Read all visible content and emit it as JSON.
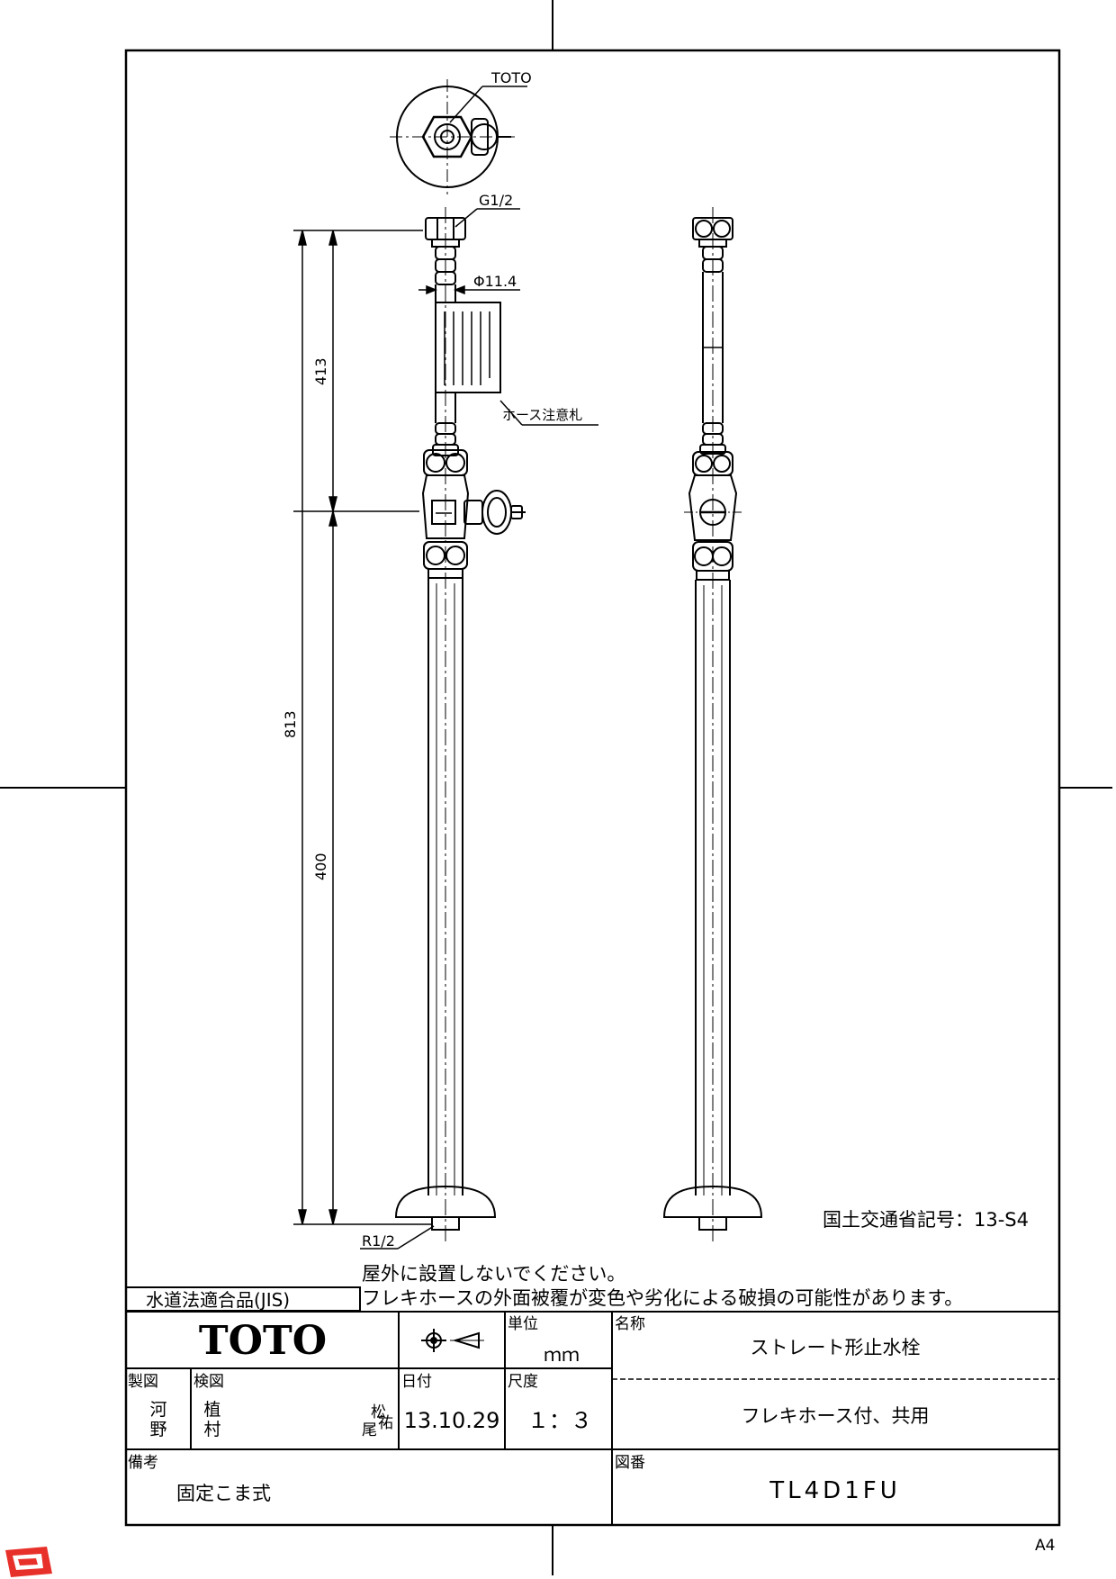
{
  "drawing": {
    "brand_top_label": "TOTO",
    "thread_top": "G1/2",
    "diameter": "Φ11.4",
    "tag_label": "ホース注意札",
    "tag_text": "85℃以上では使用しないでください。屋外に設置しないでください。フレキホースの外面被覆が変色や劣化による破損の可能性があります。",
    "dim_total": "813",
    "dim_upper": "413",
    "dim_lower": "400",
    "thread_bottom": "R1/2",
    "ministry_code": "国土交通省記号：13-S4"
  },
  "notes": {
    "line1": "屋外に設置しないでください。",
    "line2": "フレキホースの外面被覆が変色や劣化による破損の可能性があります。",
    "jis_label": "水道法適合品(JIS)"
  },
  "title_block": {
    "logo": "TOTO",
    "unit_label": "単位",
    "unit_value": "ｍｍ",
    "name_label": "名称",
    "name_value": "ストレート形止水栓",
    "name_sub": "フレキホース付、共用",
    "drawn_label": "製図",
    "drawn_value_1": "河",
    "drawn_value_2": "野",
    "checked_label": "検図",
    "checked_value_1": "植",
    "checked_value_2": "村",
    "stamp_1": "松",
    "stamp_2": "尾",
    "stamp_3": "祐",
    "date_label": "日付",
    "date_value": "13.10.29",
    "scale_label": "尺度",
    "scale_value": "１：３",
    "remarks_label": "備考",
    "remarks_value": "固定こま式",
    "drawing_no_label": "図番",
    "drawing_no_value": "TL4D1FU"
  },
  "paper_size": "A4"
}
